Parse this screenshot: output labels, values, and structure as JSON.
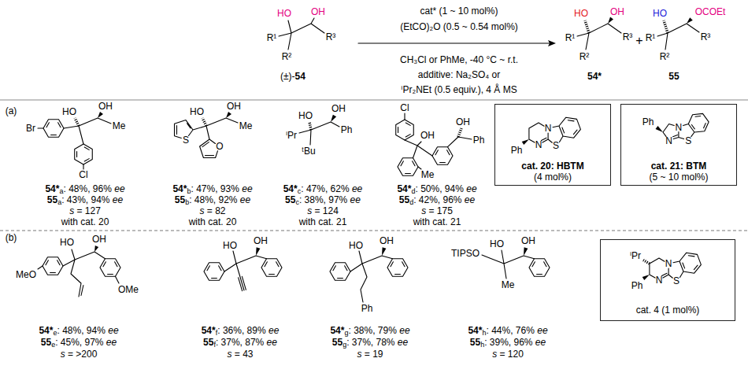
{
  "diagram": {
    "nodes": [
      {
        "text": [
          "N",
          "N",
          "S",
          "Ph",
          "cat. 20: HBTM (4 mol%)"
        ]
      },
      {
        "text": [
          "Ph",
          "N",
          "N",
          "S",
          "cat. 21: BTM (5 ~ 10 mol%)"
        ]
      },
      {
        "text": [
          "ⁱPr",
          "Ph",
          "N",
          "N",
          "S",
          "cat. 4 (1 mol%)"
        ]
      }
    ],
    "labels": [
      "HO",
      "OH",
      "R¹",
      "R²",
      "R³",
      "(±)-54",
      "cat* (1 ~ 10 mol%)",
      "(EtCO)₂O (0.5 ~ 0.54 mol%)",
      "CH₃Cl or PhMe, -40 °C ~ r.t.",
      "additive: Na₂SO₄ or",
      "ⁱPr₂NEt (0.5 equiv.), 4 Å MS",
      "HO",
      "OH",
      "R¹",
      "R²",
      "R³",
      "54*",
      "+",
      "HO",
      "OCOEt",
      "R¹",
      "R²",
      "R³",
      "55",
      "(a)",
      "HO",
      "OH",
      "Br",
      "Cl",
      "Me",
      "54*a: 48%, 96% ee",
      "55a: 43%, 94% ee",
      "s = 127",
      "with cat. 20",
      "HO",
      "OH",
      "S",
      "O",
      "Me",
      "54*b: 47%, 93% ee",
      "55b: 48%, 92% ee",
      "s = 82",
      "with cat. 20",
      "HO",
      "OH",
      "ⁱPr",
      "ᵗBu",
      "Ph",
      "54*c: 47%, 62% ee",
      "55c: 38%, 97% ee",
      "s = 124",
      "with cat. 21",
      "Cl",
      "OH",
      "OH",
      "Ph",
      "Me",
      "54*d: 50%, 94% ee",
      "55d: 42%, 96% ee",
      "s = 175",
      "with cat. 21",
      "(b)",
      "HO",
      "OH",
      "MeO",
      "OMe",
      "54*e: 48%, 94% ee",
      "55e: 45%, 97% ee",
      "s = >200",
      "HO",
      "OH",
      "54*f: 36%, 89% ee",
      "55f: 37%, 87% ee",
      "s = 43",
      "HO",
      "OH",
      "Ph",
      "54*g: 38%, 79% ee",
      "55g: 37%, 78% ee",
      "s = 19",
      "TIPSO",
      "HO",
      "OH",
      "Me",
      "54*h: 44%, 76% ee",
      "55h: 39%, 96% ee",
      "s = 120"
    ]
  }
}
